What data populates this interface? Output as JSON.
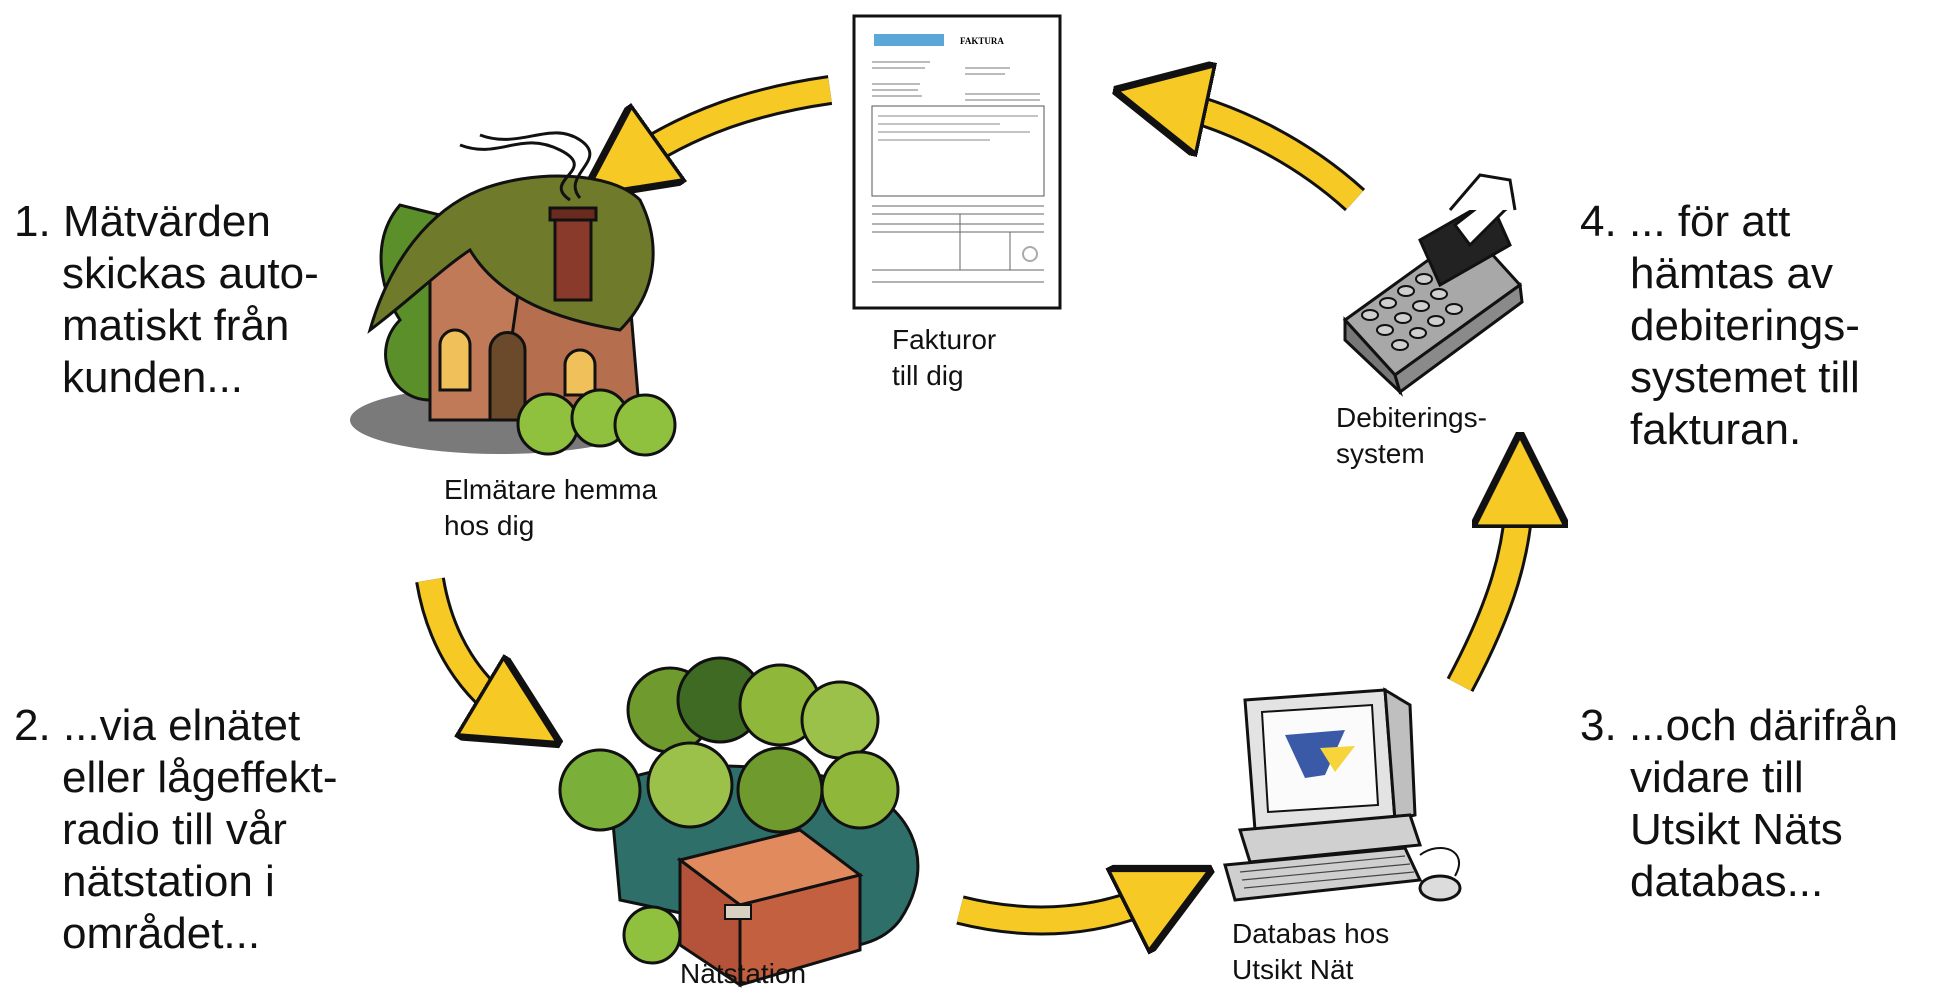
{
  "steps": [
    {
      "number": "1.",
      "lines": [
        "Mätvärden",
        "skickas auto-",
        "matiskt från",
        "kunden..."
      ]
    },
    {
      "number": "2.",
      "lines": [
        "...via elnätet",
        "eller lågeffekt-",
        "radio till vår",
        "nätstation i",
        "området..."
      ]
    },
    {
      "number": "3.",
      "lines": [
        "...och därifrån",
        "vidare till",
        "Utsikt Näts",
        "databas..."
      ]
    },
    {
      "number": "4.",
      "lines": [
        "... för att",
        "hämtas av",
        "debiterings-",
        "systemet till",
        "fakturan."
      ]
    }
  ],
  "captions": {
    "invoice": [
      "Fakturor",
      "till dig"
    ],
    "house": [
      "Elmätare hemma",
      "hos dig"
    ],
    "station": [
      "Nätstation"
    ],
    "database": [
      "Databas hos",
      "Utsikt Nät"
    ],
    "billing": [
      "Debiterings-",
      "system"
    ]
  },
  "invoice_doc": {
    "heading": "FAKTURA"
  },
  "colors": {
    "arrow": "#f6c925",
    "roof": "#6f7a2a",
    "brick": "#e08a5e",
    "bush": "#8fc13e"
  },
  "icons": [
    "invoice-icon",
    "house-icon",
    "substation-icon",
    "computer-icon",
    "calculator-icon",
    "curved-arrow-icon"
  ]
}
